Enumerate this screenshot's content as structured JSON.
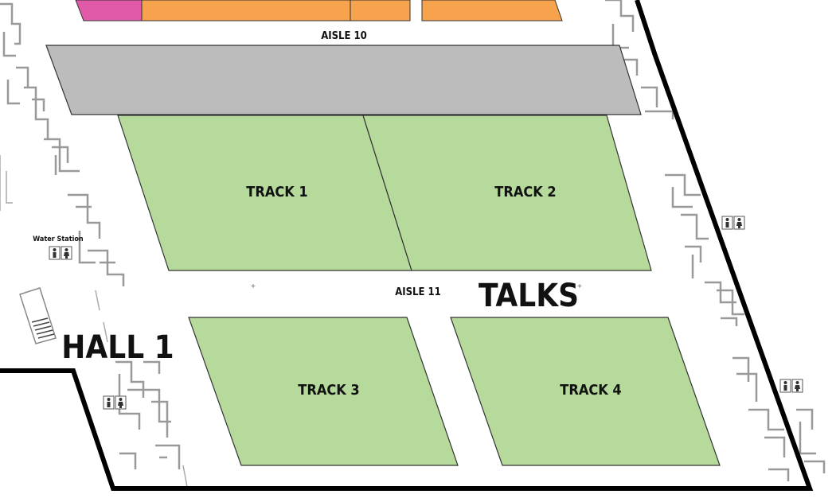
{
  "hall": {
    "name": "HALL 1",
    "zone_label": "TALKS"
  },
  "aisles": {
    "top": "AISLE 10",
    "middle": "AISLE 11"
  },
  "tracks": [
    {
      "label": "TRACK 1"
    },
    {
      "label": "TRACK 2"
    },
    {
      "label": "TRACK 3"
    },
    {
      "label": "TRACK 4"
    }
  ],
  "amenities": {
    "water_station": "Water Station"
  },
  "colors": {
    "track_fill": "#b5da9b",
    "aisle_band_fill": "#bcbcbc",
    "booth_orange": "#f7a24d",
    "booth_pink": "#e05aa8",
    "boundary": "#000000"
  },
  "icons": [
    "restroom-icon",
    "entrance-icon"
  ]
}
